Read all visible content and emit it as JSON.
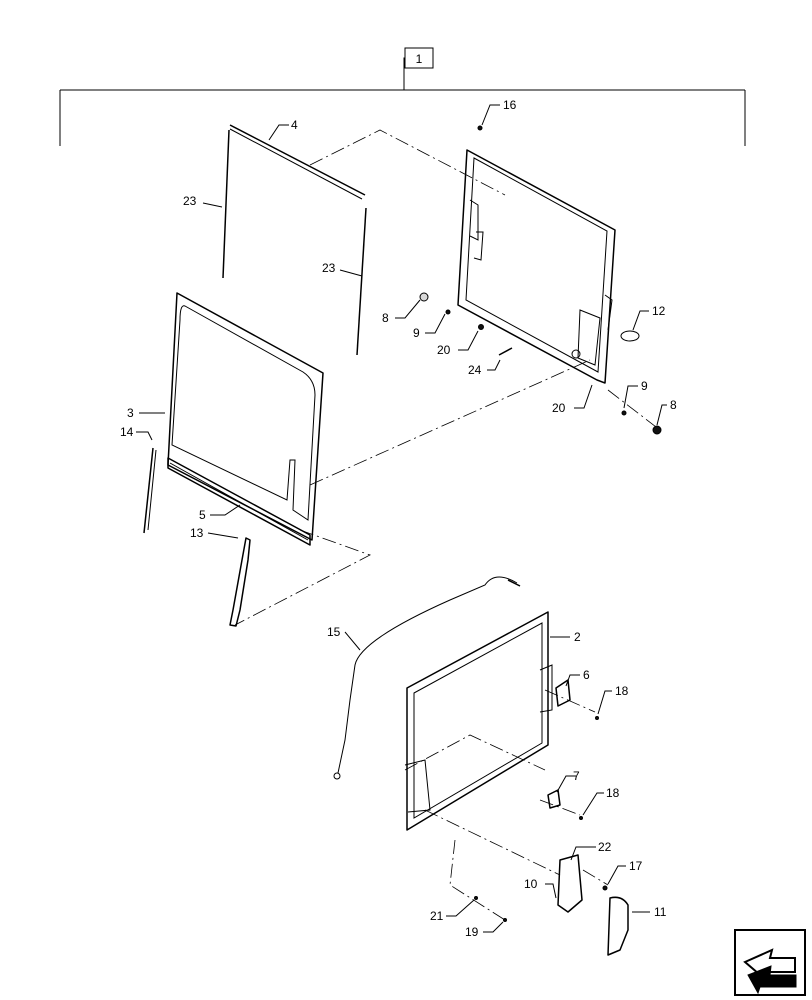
{
  "assembly_label": "1",
  "callouts": [
    {
      "id": "c4",
      "text": "4"
    },
    {
      "id": "c16",
      "text": "16"
    },
    {
      "id": "c23a",
      "text": "23"
    },
    {
      "id": "c23b",
      "text": "23"
    },
    {
      "id": "c8a",
      "text": "8"
    },
    {
      "id": "c9a",
      "text": "9"
    },
    {
      "id": "c20a",
      "text": "20"
    },
    {
      "id": "c12",
      "text": "12"
    },
    {
      "id": "c24",
      "text": "24"
    },
    {
      "id": "c9b",
      "text": "9"
    },
    {
      "id": "c8b",
      "text": "8"
    },
    {
      "id": "c20b",
      "text": "20"
    },
    {
      "id": "c3",
      "text": "3"
    },
    {
      "id": "c14",
      "text": "14"
    },
    {
      "id": "c5",
      "text": "5"
    },
    {
      "id": "c13",
      "text": "13"
    },
    {
      "id": "c15",
      "text": "15"
    },
    {
      "id": "c2",
      "text": "2"
    },
    {
      "id": "c6",
      "text": "6"
    },
    {
      "id": "c18a",
      "text": "18"
    },
    {
      "id": "c7",
      "text": "7"
    },
    {
      "id": "c18b",
      "text": "18"
    },
    {
      "id": "c22",
      "text": "22"
    },
    {
      "id": "c17",
      "text": "17"
    },
    {
      "id": "c10",
      "text": "10"
    },
    {
      "id": "c11",
      "text": "11"
    },
    {
      "id": "c21",
      "text": "21"
    },
    {
      "id": "c19",
      "text": "19"
    }
  ],
  "nav_icon": "arrow-back-icon"
}
